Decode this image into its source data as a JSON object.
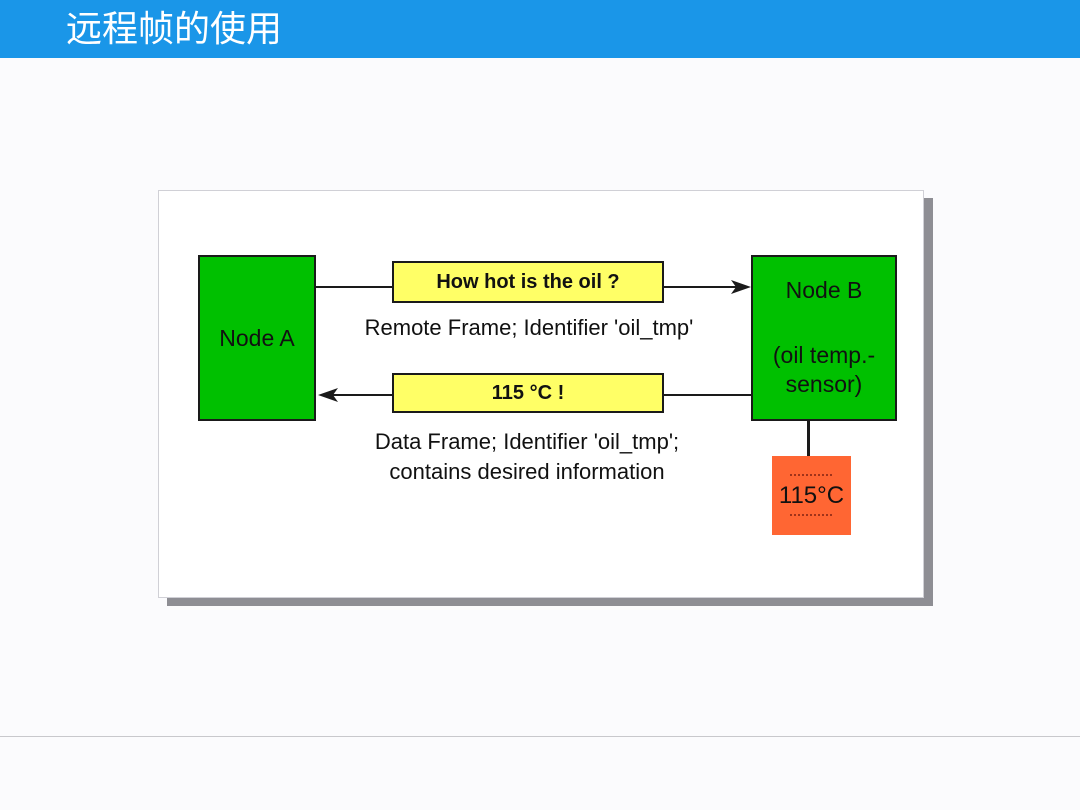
{
  "header": {
    "title": "远程帧的使用"
  },
  "diagram": {
    "node_a": "Node A",
    "node_b": {
      "name": "Node B",
      "role": "(oil temp.-\nsensor)"
    },
    "request_message": "How hot is the oil ?",
    "request_caption": "Remote Frame; Identifier 'oil_tmp'",
    "response_message": "115 °C !",
    "response_caption": "Data Frame; Identifier 'oil_tmp';\ncontains desired information",
    "sensor_reading": "115°C"
  },
  "colors": {
    "title_bar": "#1a96e8",
    "node": "#00c000",
    "message": "#ffff66",
    "sensor": "#ff6633"
  }
}
